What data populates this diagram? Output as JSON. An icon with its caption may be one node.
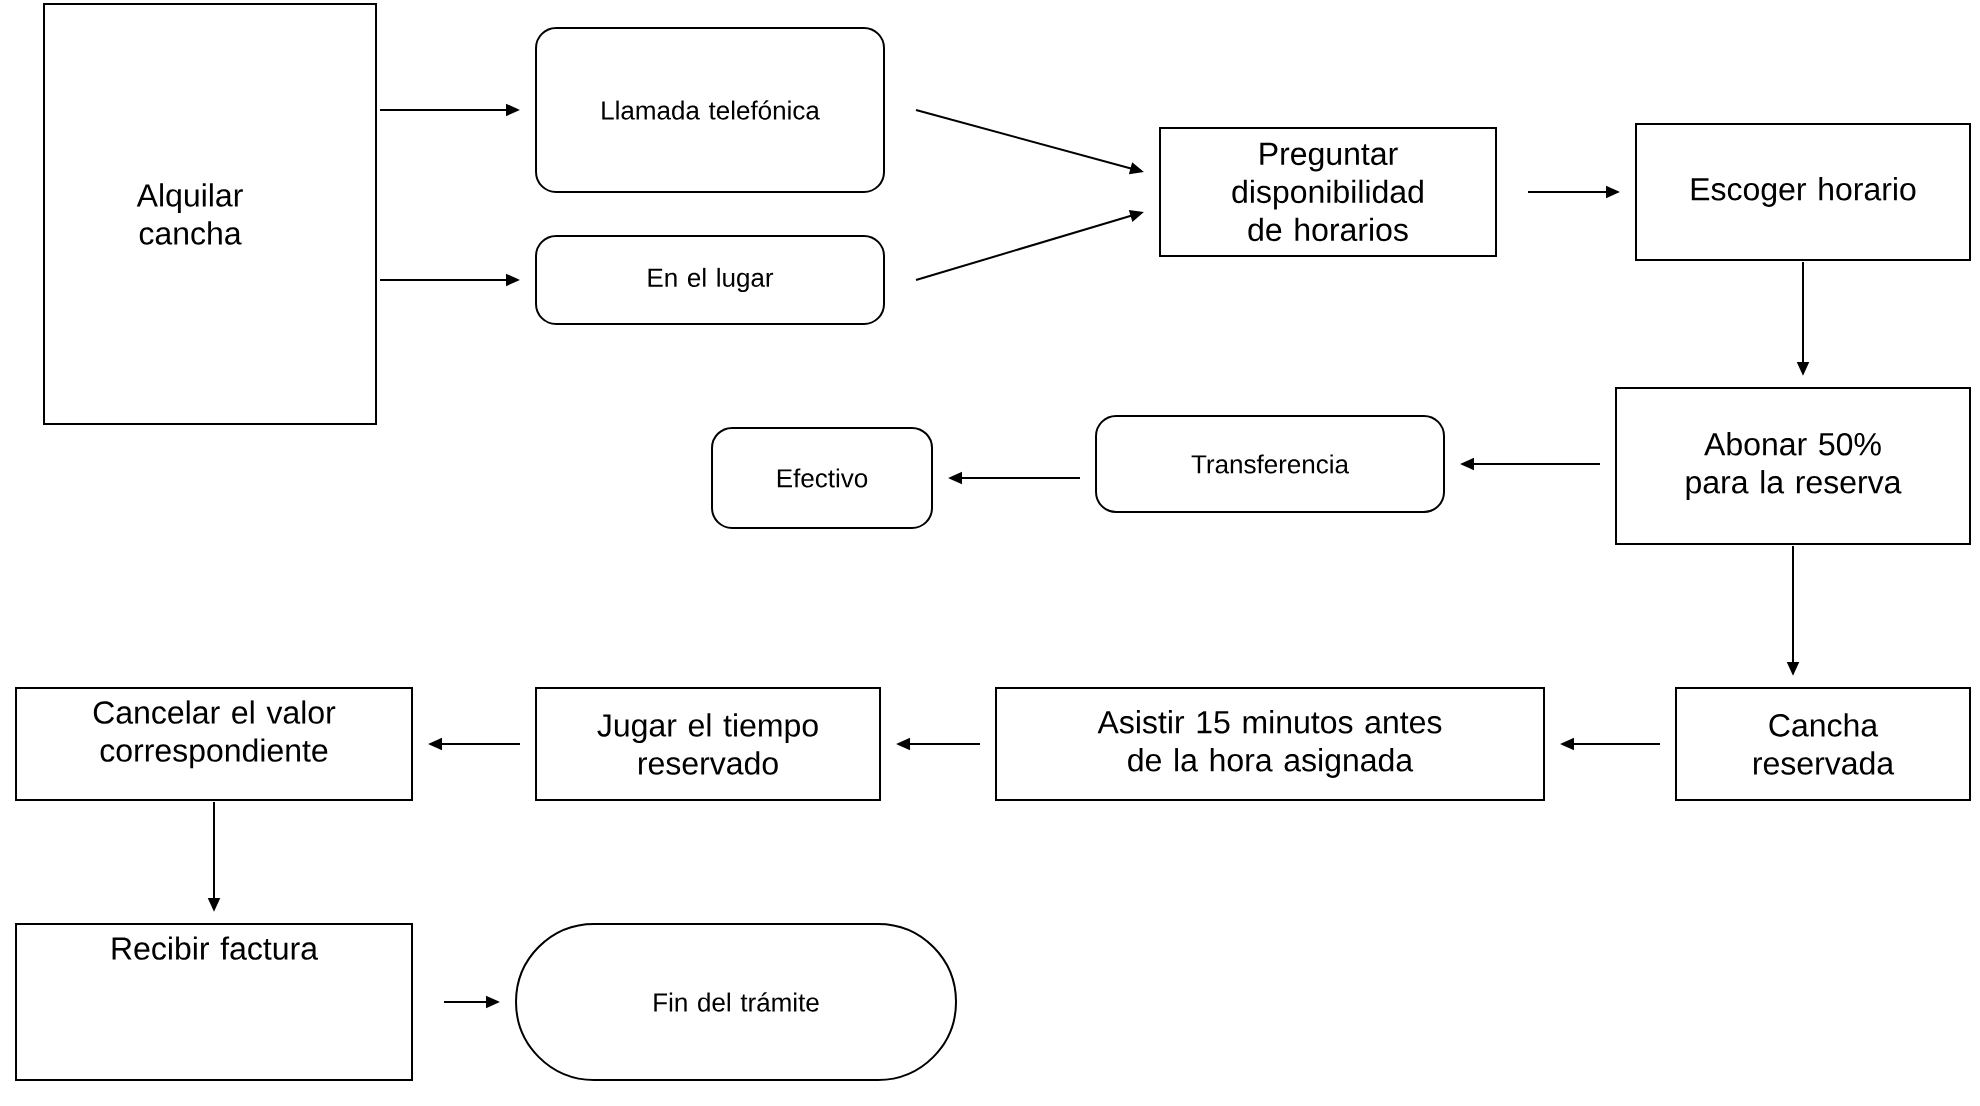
{
  "diagram": {
    "nodes": [
      {
        "text": [
          "Alquilar cancha"
        ]
      },
      {
        "text": [
          "Llamada telefónica"
        ]
      },
      {
        "text": [
          "En el lugar"
        ]
      },
      {
        "text": [
          "Preguntar disponibilidad de horarios"
        ]
      },
      {
        "text": [
          "Escoger horario"
        ]
      },
      {
        "text": [
          "Abonar 50% para la reserva"
        ]
      },
      {
        "text": [
          "Transferencia"
        ]
      },
      {
        "text": [
          "Efectivo"
        ]
      },
      {
        "text": [
          "Cancha reservada"
        ]
      },
      {
        "text": [
          "Asistir 15 minutos antes de la hora asignada"
        ]
      },
      {
        "text": [
          "Jugar el tiempo reservado"
        ]
      },
      {
        "text": [
          "Cancelar el valor correspondiente"
        ]
      },
      {
        "text": [
          "Recibir factura"
        ]
      },
      {
        "text": [
          "Fin del trámite"
        ]
      }
    ],
    "edges": [
      {
        "from": 0,
        "to": 1,
        "arrow": "to"
      },
      {
        "from": 0,
        "to": 2,
        "arrow": "to"
      },
      {
        "from": 1,
        "to": 3,
        "arrow": "to"
      },
      {
        "from": 2,
        "to": 3,
        "arrow": "to"
      },
      {
        "from": 3,
        "to": 4,
        "arrow": "to"
      },
      {
        "from": 4,
        "to": 5,
        "arrow": "to"
      },
      {
        "from": 5,
        "to": 6,
        "arrow": "to"
      },
      {
        "from": 6,
        "to": 7,
        "arrow": "to"
      },
      {
        "from": 5,
        "to": 8,
        "arrow": "to"
      },
      {
        "from": 8,
        "to": 9,
        "arrow": "to"
      },
      {
        "from": 9,
        "to": 10,
        "arrow": "to"
      },
      {
        "from": 10,
        "to": 11,
        "arrow": "to"
      },
      {
        "from": 11,
        "to": 12,
        "arrow": "to"
      },
      {
        "from": 12,
        "to": 13,
        "arrow": "to"
      }
    ]
  }
}
